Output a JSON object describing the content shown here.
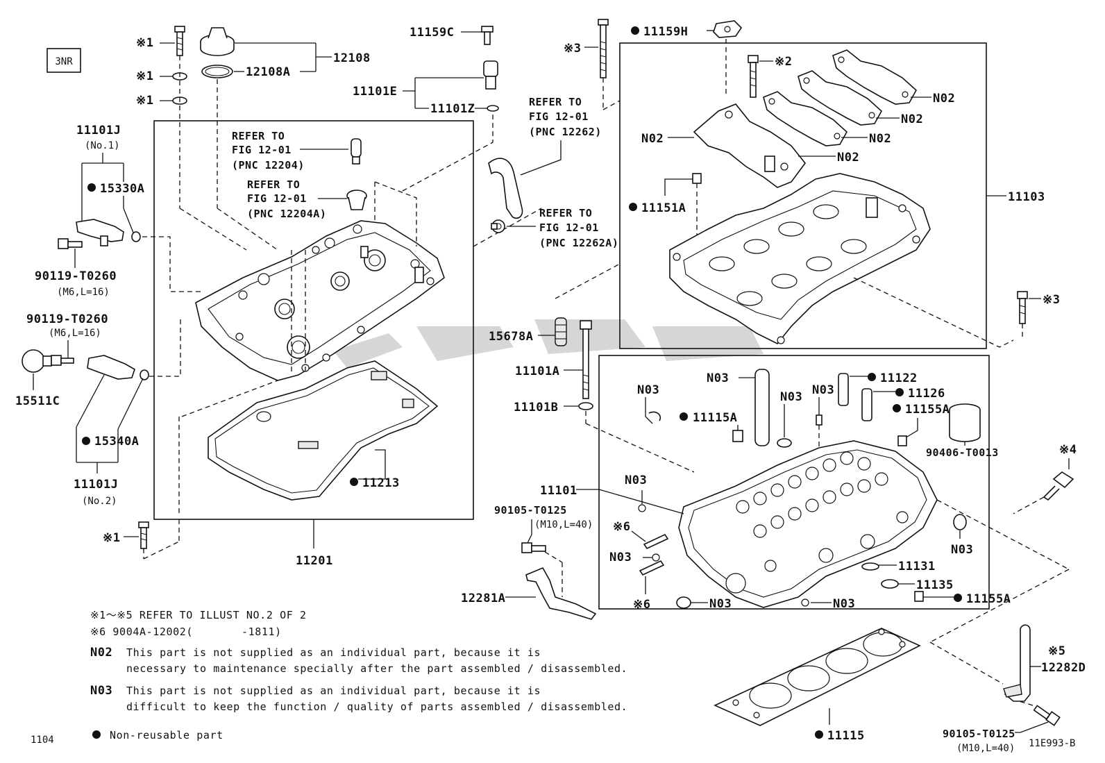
{
  "engine_code": "3NR",
  "part_numbers": {
    "p12108": "12108",
    "p12108A": "12108A",
    "p11159C": "11159C",
    "p11101E": "11101E",
    "p11101Z": "11101Z",
    "p11159H": "11159H",
    "p11101J_1": "11101J",
    "p11101J_1_sub": "(No.1)",
    "p15330A": "15330A",
    "p90119_a": "90119-T0260",
    "p90119_a_sub": "(M6,L=16)",
    "p90119_b": "90119-T0260",
    "p90119_b_sub": "(M6,L=16)",
    "p15511C": "15511C",
    "p15340A": "15340A",
    "p11101J_2": "11101J",
    "p11101J_2_sub": "(No.2)",
    "p11213": "11213",
    "p11201": "11201",
    "p11103": "11103",
    "p11151A": "11151A",
    "p15678A": "15678A",
    "p11101A": "11101A",
    "p11101B": "11101B",
    "p11101": "11101",
    "p90105_a": "90105-T0125",
    "p90105_a_sub": "(M10,L=40)",
    "p12281A": "12281A",
    "p11122": "11122",
    "p11126": "11126",
    "p11155A_top": "11155A",
    "p90406": "90406-T0013",
    "p11115A": "11115A",
    "p11131": "11131",
    "p11135": "11135",
    "p11155A_bot": "11155A",
    "p12282D": "12282D",
    "p90105_b": "90105-T0125",
    "p90105_b_sub": "(M10,L=40)",
    "p11115": "11115"
  },
  "codes": {
    "n02": "N02",
    "n03": "N03"
  },
  "marks": {
    "m1": "※1",
    "m2": "※2",
    "m3": "※3",
    "m4": "※4",
    "m5": "※5",
    "m6": "※6"
  },
  "refs": {
    "r1_l1": "REFER TO",
    "r1_l2": "FIG 12-01",
    "r1_l3": "(PNC 12204)",
    "r2_l1": "REFER TO",
    "r2_l2": "FIG 12-01",
    "r2_l3": "(PNC 12204A)",
    "r3_l1": "REFER TO",
    "r3_l2": "FIG 12-01",
    "r3_l3": "(PNC 12262)",
    "r4_l1": "REFER TO",
    "r4_l2": "FIG 12-01",
    "r4_l3": "(PNC 12262A)"
  },
  "notes": {
    "n_marks": "※1～※5 REFER TO ILLUST NO.2 OF 2",
    "n_m6_code": "※6 9004A-12002(",
    "n_m6_range": "-1811)",
    "n02_code": "N02",
    "n02_line1": "This part is not supplied as an individual part, because it is",
    "n02_line2": "necessary to maintenance specially after the part assembled / disassembled.",
    "n03_code": "N03",
    "n03_line1": "This part is not supplied as an individual part, because it is",
    "n03_line2": "difficult to keep the function / quality of parts assembled / disassembled.",
    "legend": "Non-reusable part"
  },
  "footer": {
    "page_code": "1104",
    "illustration_id": "11E993-B"
  }
}
